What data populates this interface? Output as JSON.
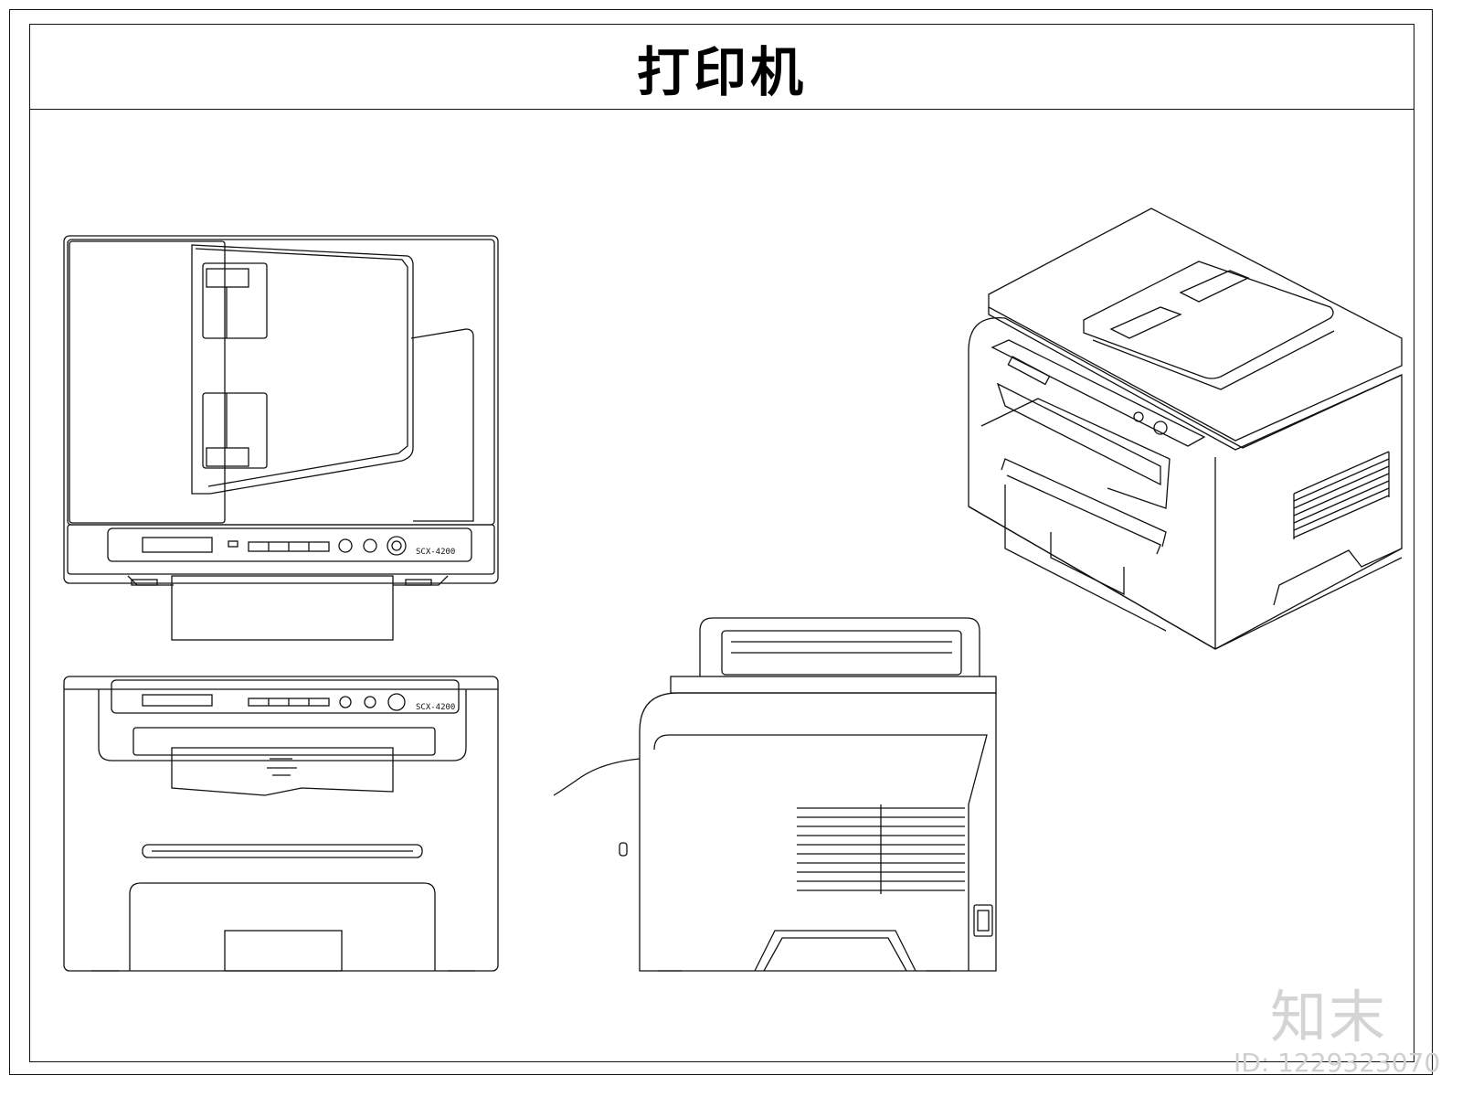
{
  "title": "打印机",
  "front_top": {
    "model_label": "SCX-4200"
  },
  "front": {
    "model_label": "SCX-4200"
  },
  "watermark": {
    "brand": "知末",
    "id": "ID: 1229323070"
  },
  "colors": {
    "line": "#111111",
    "watermark": "#d4d4d4"
  }
}
